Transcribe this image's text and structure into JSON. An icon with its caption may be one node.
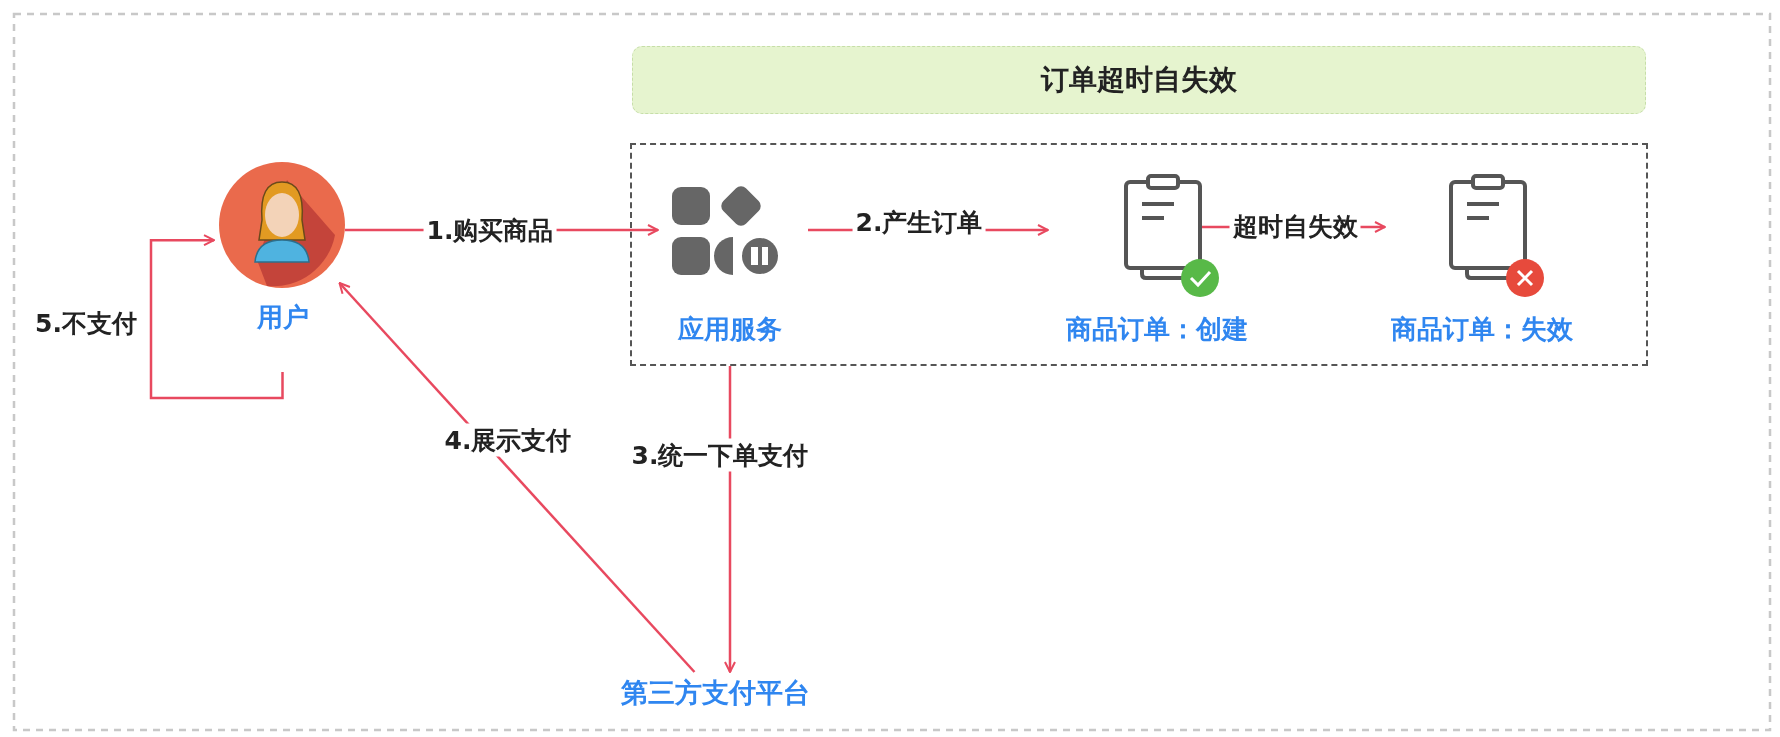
{
  "diagram": {
    "nodes": [
      {
        "text": [
          "订单超时自失效"
        ]
      },
      {
        "text": [],
        "shape": "box"
      },
      {
        "text": [
          "用户"
        ]
      },
      {
        "text": [
          "应用服务"
        ],
        "in": 1
      },
      {
        "text": [
          "商品订单：创建"
        ],
        "in": 1
      },
      {
        "text": [
          "商品订单：失效"
        ],
        "in": 1
      },
      {
        "text": [
          "第三方支付平台"
        ]
      }
    ],
    "edges": [
      {
        "from": 2,
        "to": 3,
        "arrow": "to",
        "label": "1.购买商品"
      },
      {
        "from": 3,
        "to": 4,
        "arrow": "to",
        "label": "2.产生订单"
      },
      {
        "from": 4,
        "to": 5,
        "arrow": "to",
        "label": "超时自失效"
      },
      {
        "from": 1,
        "to": 6,
        "arrow": "to",
        "label": "3.统一下单支付"
      },
      {
        "from": 6,
        "to": 2,
        "arrow": "to",
        "label": "4.展示支付"
      },
      {
        "from": 2,
        "to": 2,
        "arrow": "to",
        "label": "5.不支付"
      }
    ]
  }
}
